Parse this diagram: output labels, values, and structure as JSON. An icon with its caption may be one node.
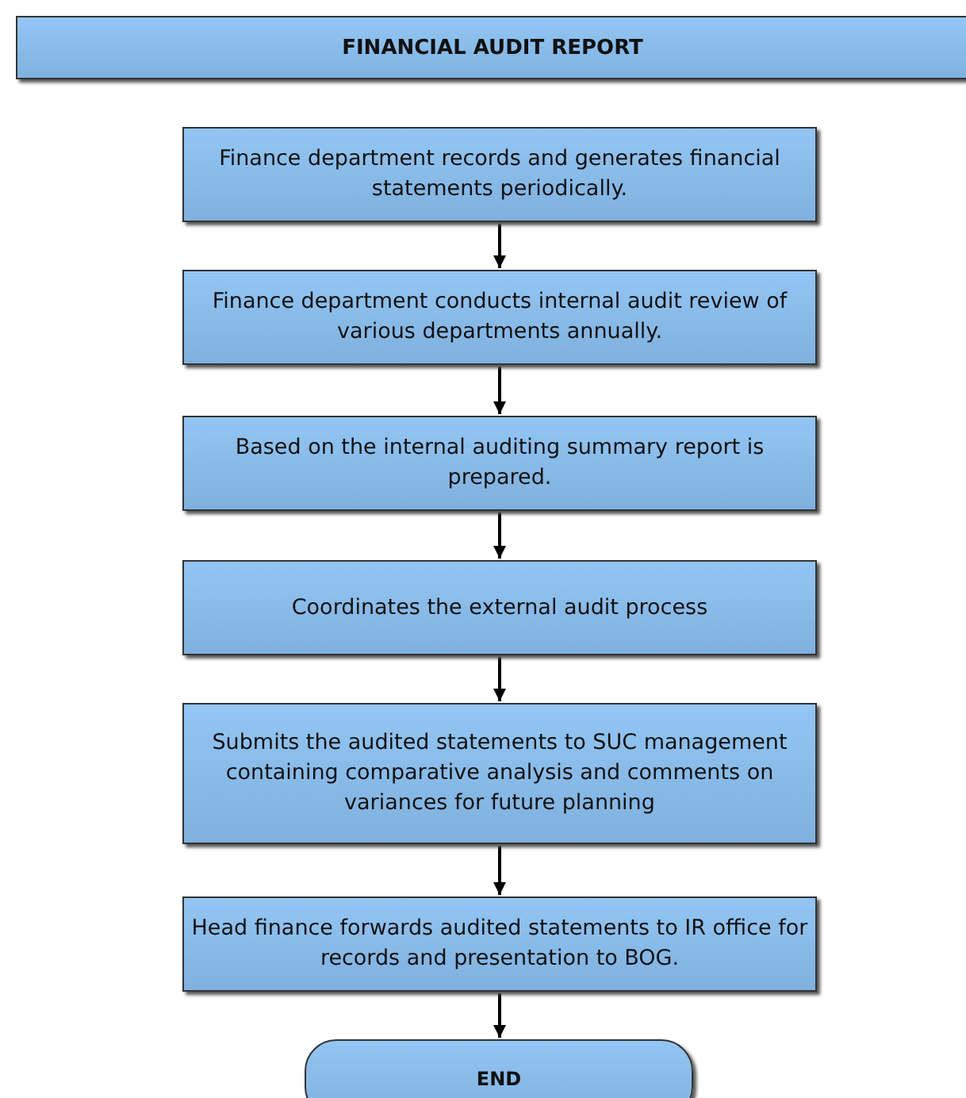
{
  "diagram": {
    "title": "FINANCIAL AUDIT REPORT",
    "nodes": [
      {
        "text": [
          "Finance department records and generates financial statements periodically."
        ]
      },
      {
        "text": [
          "Finance department conducts internal audit review of various departments annually."
        ]
      },
      {
        "text": [
          "Based on the internal auditing summary report is prepared."
        ]
      },
      {
        "text": [
          "Coordinates the external audit process"
        ]
      },
      {
        "text": [
          "Submits the audited statements to SUC management containing comparative analysis and comments on variances for future planning"
        ]
      },
      {
        "text": [
          "Head finance forwards audited statements to IR office for records and presentation to BOG."
        ]
      },
      {
        "text": [
          "END"
        ]
      }
    ],
    "edges": [
      {
        "from": 0,
        "to": 1,
        "arrow": "to"
      },
      {
        "from": 1,
        "to": 2,
        "arrow": "to"
      },
      {
        "from": 2,
        "to": 3,
        "arrow": "to"
      },
      {
        "from": 3,
        "to": 4,
        "arrow": "to"
      },
      {
        "from": 4,
        "to": 5,
        "arrow": "to"
      },
      {
        "from": 5,
        "to": 6,
        "arrow": "to"
      }
    ]
  }
}
